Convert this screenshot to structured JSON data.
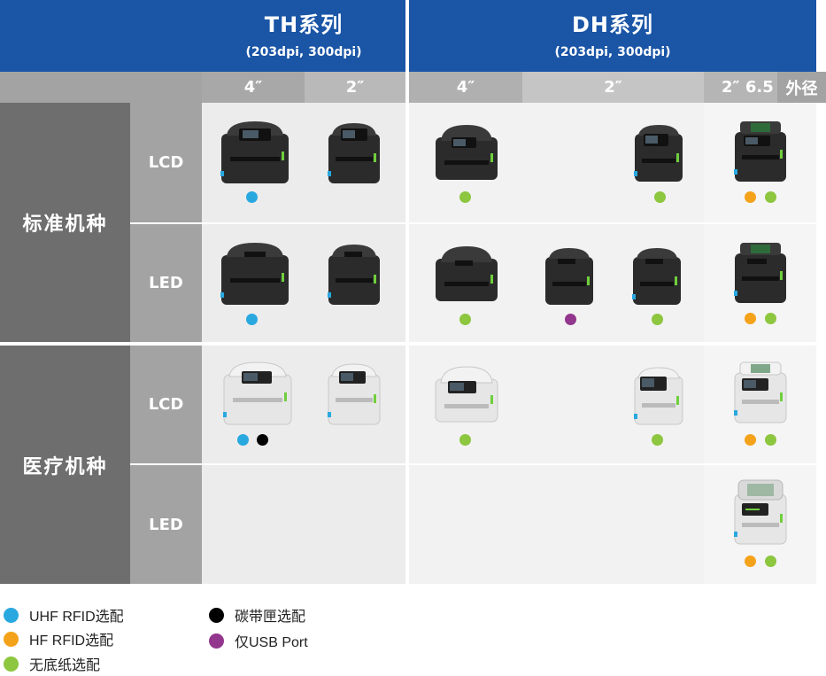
{
  "header": {
    "th": {
      "title": "TH系列",
      "subtitle": "(203dpi, 300dpi)"
    },
    "dh": {
      "title": "DH系列",
      "subtitle": "(203dpi, 300dpi)"
    }
  },
  "subheader": {
    "th_4": "4″",
    "th_2": "2″",
    "dh_4": "4″",
    "dh_2": "2″",
    "dh_2_65": "2″ 6.5",
    "outer": "外径"
  },
  "categories": {
    "standard": "标准机种",
    "medical": "医疗机种"
  },
  "modes": {
    "lcd": "LCD",
    "led": "LED"
  },
  "legend": {
    "uhf": "UHF RFID选配",
    "hf": "HF RFID选配",
    "linerless": "无底纸选配",
    "ribbon": "碳带匣选配",
    "usb": "仅USB Port"
  },
  "colors": {
    "uhf": "#29a8e0",
    "hf": "#f5a21b",
    "linerless": "#8dc63f",
    "ribbon": "#000000",
    "usb": "#93368d",
    "header_blue": "#1a55a6"
  }
}
